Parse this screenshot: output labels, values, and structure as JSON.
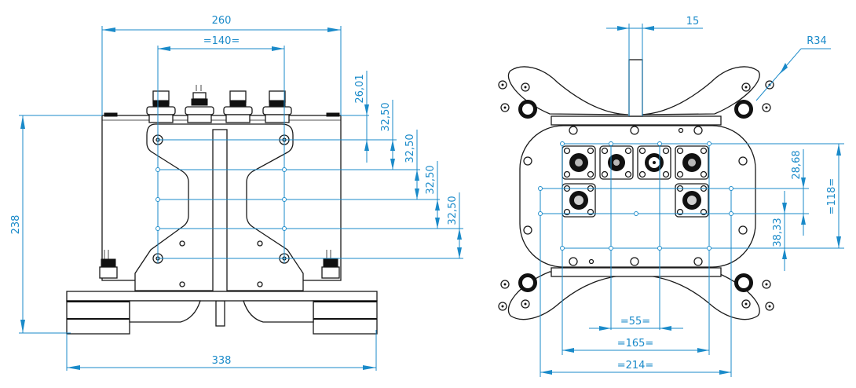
{
  "drawing": {
    "front_view": {
      "dimensions": {
        "overall_width": "260",
        "hole_spacing": "=140=",
        "height": "238",
        "base_width": "338",
        "vertical_steps": [
          "26,01",
          "32,50",
          "32,50",
          "32,50",
          "32,50"
        ]
      }
    },
    "top_view": {
      "dimensions": {
        "post_width": "15",
        "radius": "R34",
        "grid_height": "=118=",
        "row_offset_1": "28,68",
        "row_offset_2": "38,33",
        "inner_spacing": "=55=",
        "mid_spacing": "=165=",
        "outer_spacing": "=214="
      }
    },
    "colors": {
      "dimension": "#1a8ac9",
      "outline": "#1a1a1a",
      "background": "#ffffff"
    }
  }
}
